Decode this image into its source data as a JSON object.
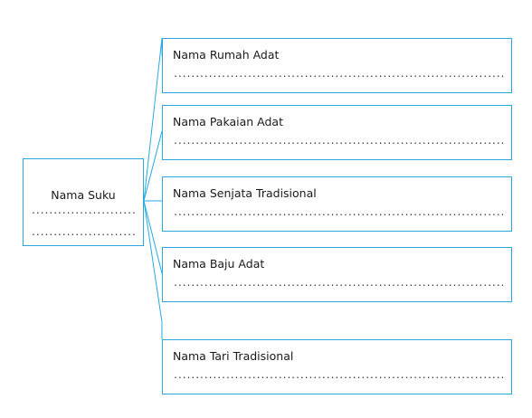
{
  "diagram": {
    "center": {
      "label": "Nama Suku",
      "blank_1": "...............................",
      "blank_2": "..............................."
    },
    "items": [
      {
        "label": "Nama Rumah Adat",
        "blank": "..................................................................................................."
      },
      {
        "label": "Nama Pakaian Adat",
        "blank": "..................................................................................................."
      },
      {
        "label": "Nama Senjata Tradisional",
        "blank": "..................................................................................................."
      },
      {
        "label": "Nama Baju Adat",
        "blank": "..................................................................................................."
      },
      {
        "label": "Nama Tari Tradisional",
        "blank": "..................................................................................................."
      }
    ],
    "colors": {
      "border": "#2aa7df",
      "connector": "#2aa7df",
      "text": "#1a1a1a"
    }
  }
}
